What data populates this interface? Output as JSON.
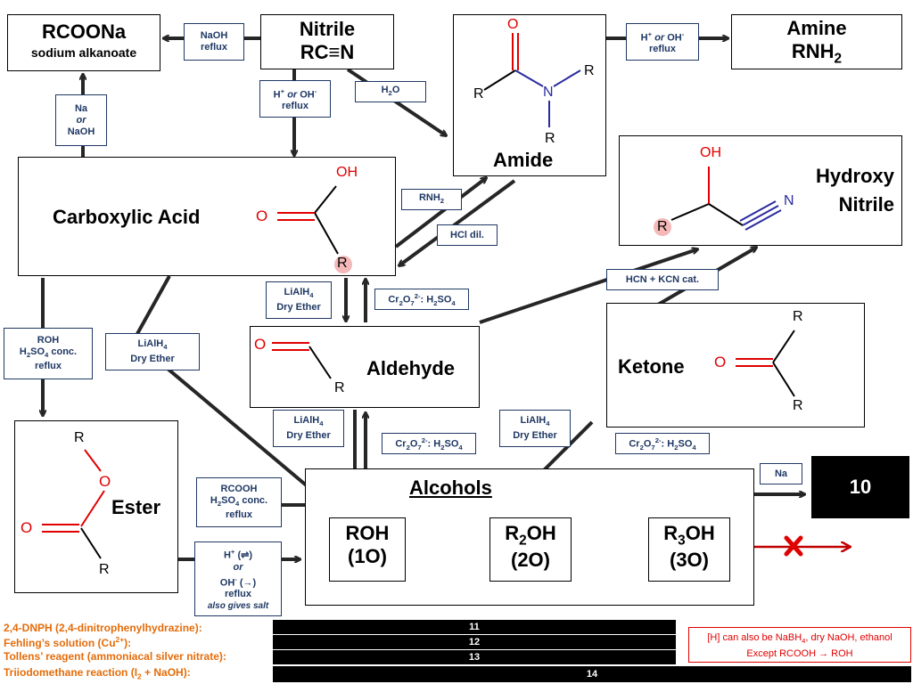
{
  "nodes": {
    "sodium_alkanoate": {
      "name": "RCOONa",
      "sub": "sodium alkanoate"
    },
    "nitrile": {
      "name": "Nitrile",
      "formula": "RC≡N"
    },
    "amide": {
      "name": "Amide"
    },
    "amine": {
      "name": "Amine",
      "formula": "RNH",
      "formula_sub": "2"
    },
    "carboxylic_acid": {
      "name": "Carboxylic Acid"
    },
    "hydroxy_nitrile": {
      "line1": "Hydroxy",
      "line2": "Nitrile"
    },
    "aldehyde": {
      "name": "Aldehyde"
    },
    "ketone": {
      "name": "Ketone"
    },
    "ester": {
      "name": "Ester"
    },
    "alcohols": {
      "name": "Alcohols",
      "primary": {
        "formula": "ROH",
        "degree": "(1O)"
      },
      "secondary": {
        "formula": "R",
        "sub": "2",
        "rest": "OH",
        "degree": "(2O)"
      },
      "tertiary": {
        "formula": "R",
        "sub": "3",
        "rest": "OH",
        "degree": "(3O)"
      }
    }
  },
  "atoms": {
    "O": "O",
    "OH": "OH",
    "R": "R",
    "N": "N"
  },
  "reagents": {
    "naoh_reflux": {
      "l1": "NaOH",
      "l2": "reflux"
    },
    "acid_base_reflux_1": {
      "h": "H",
      "plus": "+",
      "or": "or",
      "oh": "OH",
      "minus": "-",
      "l2": "reflux"
    },
    "water": {
      "text": "H",
      "sub": "2",
      "rest": "O"
    },
    "acid_base_reflux_2": {
      "h": "H",
      "plus": "+",
      "or": "or",
      "oh": "OH",
      "minus": "-",
      "l2": "reflux"
    },
    "na_or_naoh": {
      "l1": "Na",
      "l2": "or",
      "l3": "NaOH"
    },
    "rnh2": {
      "text": "RNH",
      "sub": "2"
    },
    "hcl_dil": {
      "text": "HCl dil."
    },
    "lialh4_acid_aldehyde": {
      "l1": "LiAlH",
      "l1sub": "4",
      "l2": "Dry Ether"
    },
    "dichromate_1": {
      "a": "Cr",
      "asub": "2",
      "b": "O",
      "bsub": "7",
      "bsup": "2-",
      "c": ": H",
      "csub": "2",
      "d": "SO",
      "dsub": "4"
    },
    "hcn_kcn": {
      "text": "HCN + KCN cat."
    },
    "esterification_reflux": {
      "l1": "ROH",
      "l2a": "H",
      "l2sub": "2",
      "l2b": "SO",
      "l2sub2": "4",
      "l2c": " conc.",
      "l3": "reflux"
    },
    "lialh4_acid_alcohol": {
      "l1": "LiAlH",
      "l1sub": "4",
      "l2": "Dry Ether"
    },
    "lialh4_aldehyde_alcohol": {
      "l1": "LiAlH",
      "l1sub": "4",
      "l2": "Dry Ether"
    },
    "dichromate_2": {
      "a": "Cr",
      "asub": "2",
      "b": "O",
      "bsub": "7",
      "bsup": "2-",
      "c": ": H",
      "csub": "2",
      "d": "SO",
      "dsub": "4"
    },
    "lialh4_ketone_alcohol": {
      "l1": "LiAlH",
      "l1sub": "4",
      "l2": "Dry Ether"
    },
    "dichromate_3": {
      "a": "Cr",
      "asub": "2",
      "b": "O",
      "bsub": "7",
      "bsup": "2-",
      "c": ": H",
      "csub": "2",
      "d": "SO",
      "dsub": "4"
    },
    "ester_formation": {
      "l1": "RCOOH",
      "l2a": "H",
      "l2sub": "2",
      "l2b": "SO",
      "l2sub2": "4",
      "l2c": " conc.",
      "l3": "reflux"
    },
    "hydrolysis": {
      "l1a": "H",
      "l1sup": "+",
      "l1b": " (⇌)",
      "l2": "or",
      "l3a": "OH",
      "l3sup": "-",
      "l3b": " (→)",
      "l4": "reflux",
      "l5": "also gives salt"
    },
    "na": {
      "text": "Na"
    }
  },
  "answer_boxes": {
    "box10": "10",
    "box11": "11",
    "box12": "12",
    "box13": "13",
    "box14": "14"
  },
  "tests": {
    "dnph": "2,4-DNPH (2,4-dinitrophenylhydrazine):",
    "fehling_a": "Fehling’s solution (Cu",
    "fehling_sup": "2+",
    "fehling_b": "):",
    "tollens": "Tollens’ reagent (ammoniacal silver nitrate):",
    "iodo_a": "Triiodomethane reaction (I",
    "iodo_sub": "2",
    "iodo_b": " + NaOH):"
  },
  "note": {
    "l1a": "[H] can also be NaBH",
    "l1sub": "4",
    "l1b": ", dry NaOH, ethanol",
    "l2": "Except RCOOH → ROH"
  },
  "colors": {
    "arrow": "#262626",
    "reagent_border": "#1f3864",
    "reagent_text": "#1f3864",
    "oxygen": "#e00000",
    "nitrogen": "#2a2aa0",
    "cross": "#c00000",
    "orange": "#e46c0a",
    "highlight": "#f4b8b8"
  }
}
